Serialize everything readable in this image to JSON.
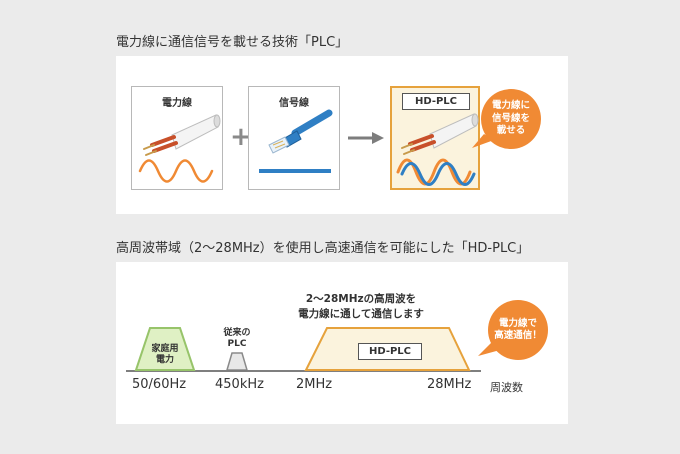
{
  "section1": {
    "title": "電力線に通信信号を載せる技術「PLC」",
    "power_card": {
      "label": "電力線"
    },
    "signal_card": {
      "label": "信号線"
    },
    "hdplc_card": {
      "label": "HD-PLC"
    },
    "plus": "+",
    "bubble": {
      "line1": "電力線に",
      "line2": "信号線を",
      "line3": "載せる"
    }
  },
  "section2": {
    "title": "高周波帯域（2〜28MHz）を使用し高速通信を可能にした「HD-PLC」",
    "description": {
      "line1": "2〜28MHzの高周波を",
      "line2": "電力線に通して通信します"
    },
    "home_power": {
      "line1": "家庭用",
      "line2": "電力"
    },
    "legacy_plc": {
      "line1": "従来の",
      "line2": "PLC"
    },
    "hdplc_label": "HD-PLC",
    "bubble": {
      "line1": "電力線で",
      "line2": "高速通信！"
    },
    "axis": {
      "ticks": [
        "50/60Hz",
        "450kHz",
        "2MHz",
        "28MHz"
      ],
      "unit": "周波数"
    }
  },
  "colors": {
    "orange": "#f08a34",
    "blue": "#2f7fc4",
    "green_fill": "#dff0c4",
    "green_stroke": "#97c46a",
    "gray_fill": "#e8e8e8",
    "gray_stroke": "#8a8a8a",
    "hdplc_fill": "#fbf3dd",
    "hdplc_border": "#e6a23c"
  }
}
